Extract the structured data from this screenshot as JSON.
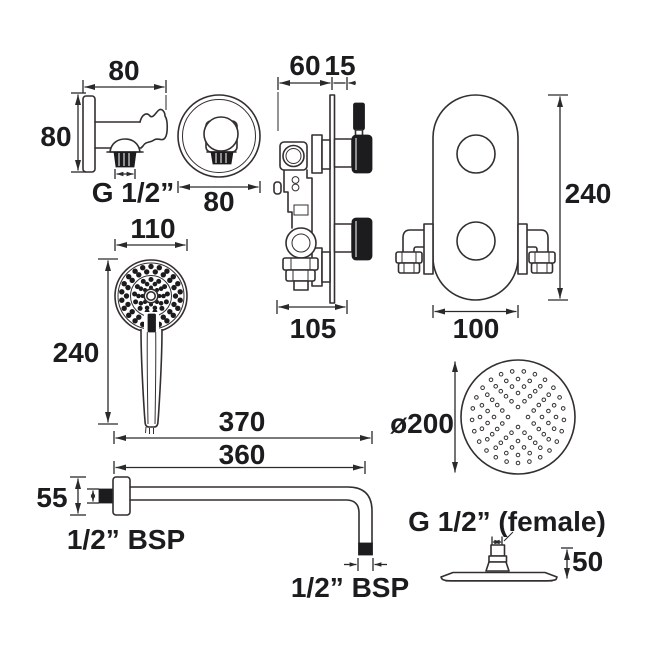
{
  "colors": {
    "line": "#332f30",
    "dimension": "#2a2a2c",
    "dark_fill": "#1c1c1e",
    "background": "#ffffff"
  },
  "wall_outlet_side": {
    "dim_projection": "80",
    "dim_height": "80",
    "thread_label": "G 1/2”"
  },
  "wall_outlet_front": {
    "dim_diameter": "80"
  },
  "valve_side": {
    "dim_body_depth": "60",
    "dim_trim_depth": "15",
    "dim_width": "105"
  },
  "valve_front": {
    "dim_height": "240",
    "dim_width": "100"
  },
  "handset": {
    "dim_diameter": "110",
    "dim_length": "240",
    "nozzle_rings": [
      {
        "r": 29.5,
        "count": 22,
        "dot": 2.7
      },
      {
        "r": 24.5,
        "count": 18,
        "dot": 2.7
      },
      {
        "r": 16.5,
        "count": 13,
        "dot": 2.5
      },
      {
        "r": 12.5,
        "count": 10,
        "dot": 2.3
      },
      {
        "r": 8.5,
        "count": 8,
        "dot": 2.0
      }
    ]
  },
  "shower_arm": {
    "dim_overall": "370",
    "dim_to_bend": "360",
    "dim_flange_height": "55",
    "wall_thread_label": "1/2” BSP",
    "outlet_thread_label": "1/2” BSP"
  },
  "head_plan": {
    "dim_diameter": "ø200",
    "nozzle_rings": [
      {
        "r": 10,
        "count": 4,
        "dot": 1.8
      },
      {
        "r": 17,
        "count": 8,
        "dot": 1.8
      },
      {
        "r": 24,
        "count": 12,
        "dot": 1.8
      },
      {
        "r": 31,
        "count": 16,
        "dot": 1.8
      },
      {
        "r": 38,
        "count": 20,
        "dot": 1.8
      },
      {
        "r": 46,
        "count": 25,
        "dot": 1.8
      }
    ]
  },
  "head_side": {
    "thread_label": "G 1/2” (female)",
    "dim_height": "50"
  }
}
